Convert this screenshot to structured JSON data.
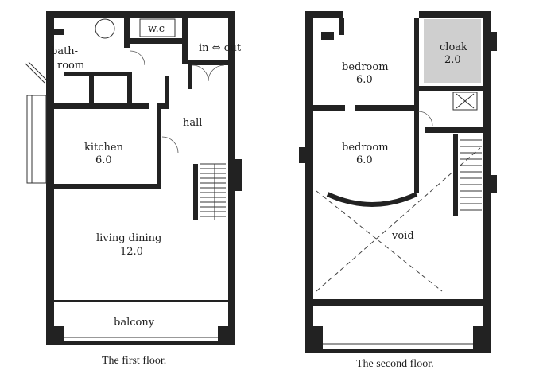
{
  "first_floor": {
    "caption": "The first floor.",
    "bathroom_line1": "bath-",
    "bathroom_line2": "room",
    "wc": "w.c",
    "entry": "in ⇔ out",
    "hall": "hall",
    "kitchen": "kitchen",
    "kitchen_area": "6.0",
    "living": "living dining",
    "living_area": "12.0",
    "balcony": "balcony"
  },
  "second_floor": {
    "caption": "The second floor.",
    "bedroom_1": "bedroom",
    "bedroom_1_area": "6.0",
    "cloak": "cloak",
    "cloak_area": "2.0",
    "bedroom_2": "bedroom",
    "bedroom_2_area": "6.0",
    "void": "void"
  },
  "colors": {
    "wall": "#222222",
    "cloak_fill": "#cfcfcf"
  }
}
